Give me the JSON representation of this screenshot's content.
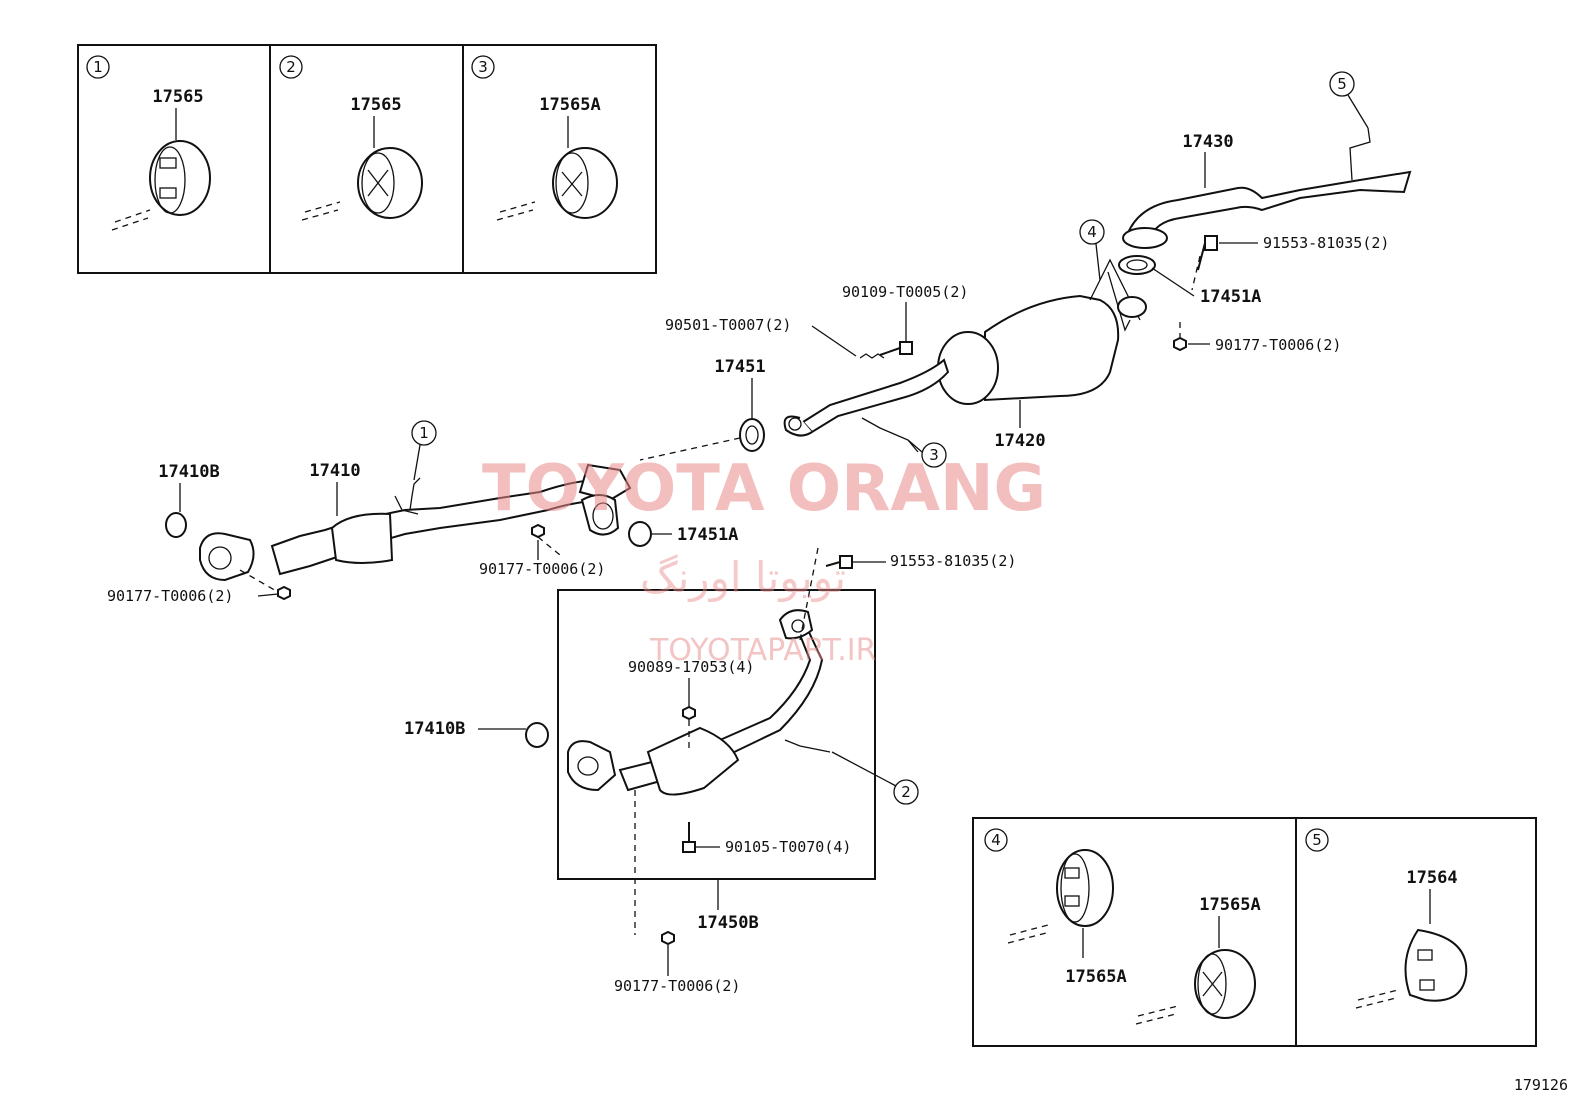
{
  "detail_boxes": [
    {
      "circle": "1",
      "label": "17565"
    },
    {
      "circle": "2",
      "label": "17565"
    },
    {
      "circle": "3",
      "label": "17565A"
    },
    {
      "circle": "4",
      "labels": [
        "17565A",
        "17565A"
      ]
    },
    {
      "circle": "5",
      "label": "17564"
    }
  ],
  "callouts": {
    "c1": "1",
    "c2": "2",
    "c3": "3",
    "c4": "4",
    "c5": "5"
  },
  "parts": {
    "p17430": "17430",
    "p91553_top": "91553-81035(2)",
    "p17451A_top": "17451A",
    "p90109": "90109-T0005(2)",
    "p90501": "90501-T0007(2)",
    "p90177_right": "90177-T0006(2)",
    "p17451": "17451",
    "p17420": "17420",
    "p17410B_top": "17410B",
    "p17410": "17410",
    "p17451A_mid": "17451A",
    "p91553_mid": "91553-81035(2)",
    "p90177_mid": "90177-T0006(2)",
    "p90177_left": "90177-T0006(2)",
    "p90089": "90089-17053(4)",
    "p17410B_low": "17410B",
    "p90105": "90105-T0070(4)",
    "p17450B": "17450B",
    "p90177_bottom": "90177-T0006(2)"
  },
  "watermark": {
    "brand": "TOYOTA ORANG",
    "persian": "تویوتا اورنگ",
    "site": "TOYOTAPART.IR"
  },
  "figure_id": "179126"
}
